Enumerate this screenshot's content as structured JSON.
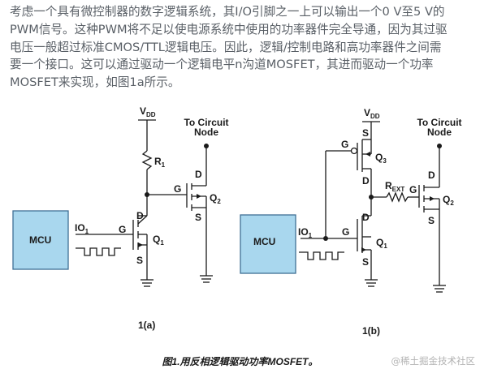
{
  "paragraph": {
    "lines": [
      "考虑一个具有微控制器的数字逻辑系统，其I/O引脚之一上可以输出一个0 V至5 V的",
      "PWM信号。这种PWM将不足以使电源系统中使用的功率器件完全导通，因为其过驱",
      "电压一般超过标准CMOS/TTL逻辑电压。因此，逻辑/控制电路和高功率器件之间需",
      "要一个接口。这可以通过驱动一个逻辑电平n沟道MOSFET，其进而驱动一个功率",
      "MOSFET来实现，如图1a所示。"
    ]
  },
  "figure_a": {
    "vdd": "V",
    "vdd_sub": "DD",
    "r1": "R",
    "r1_sub": "1",
    "to_circuit_1": "To Circuit",
    "to_circuit_2": "Node",
    "mcu": "MCU",
    "io": "IO",
    "io_sub": "1",
    "g1": "G",
    "d1": "D",
    "s1": "S",
    "q1": "Q",
    "q1_sub": "1",
    "g2": "G",
    "d2": "D",
    "s2": "S",
    "q2": "Q",
    "q2_sub": "2",
    "label": "1(a)"
  },
  "figure_b": {
    "vdd": "V",
    "vdd_sub": "DD",
    "to_circuit_1": "To Circuit",
    "to_circuit_2": "Node",
    "mcu": "MCU",
    "io": "IO",
    "io_sub": "1",
    "g3": "G",
    "s3": "S",
    "d3": "D",
    "q3": "Q",
    "q3_sub": "3",
    "g1": "G",
    "d1": "D",
    "s1": "S",
    "q1": "Q",
    "q1_sub": "1",
    "rext": "R",
    "rext_sub": "EXT",
    "g2": "G",
    "d2": "D",
    "s2": "S",
    "q2": "Q",
    "q2_sub": "2",
    "label": "1(b)"
  },
  "caption": "图1.用反相逻辑驱动功率MOSFET。",
  "watermark": "@稀土掘金技术社区",
  "colors": {
    "text": "#595f66",
    "wire": "#1a1a1a",
    "mcu_fill": "#a9d7ee",
    "mcu_border": "#3f6f95"
  }
}
